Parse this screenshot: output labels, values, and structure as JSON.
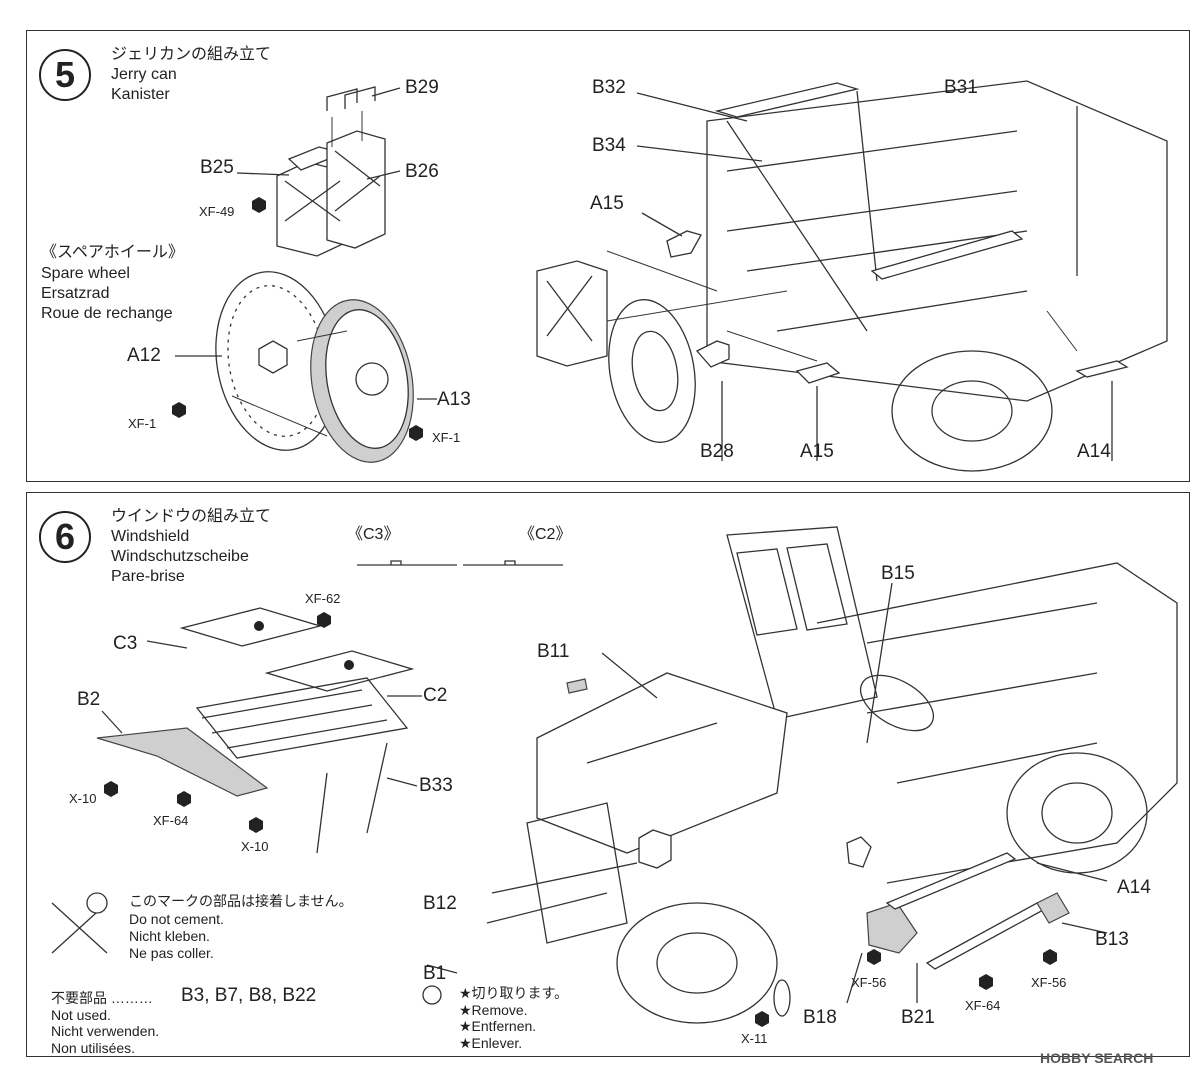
{
  "step5": {
    "number": "5",
    "title_ja": "ジェリカンの組み立て",
    "title_en": "Jerry can",
    "title_de": "Kanister",
    "spare_ja": "《スペアホイール》",
    "spare_en": "Spare wheel",
    "spare_de": "Ersatzrad",
    "spare_fr": "Roue de rechange",
    "parts": {
      "b29": "B29",
      "b25": "B25",
      "b26": "B26",
      "a12": "A12",
      "a13": "A13",
      "b32": "B32",
      "b34": "B34",
      "a15a": "A15",
      "b31": "B31",
      "b28": "B28",
      "a15b": "A15",
      "a14": "A14"
    },
    "paints": {
      "xf49": "XF-49",
      "xf1a": "XF-1",
      "xf1b": "XF-1"
    }
  },
  "step6": {
    "number": "6",
    "title_ja": "ウインドウの組み立て",
    "title_en": "Windshield",
    "title_de": "Windschutzscheibe",
    "title_fr": "Pare-brise",
    "c3_tag": "《C3》",
    "c2_tag": "《C2》",
    "parts": {
      "c3": "C3",
      "c2": "C2",
      "b2": "B2",
      "b33": "B33",
      "b11": "B11",
      "b15": "B15",
      "b12": "B12",
      "a14": "A14",
      "b13": "B13",
      "b1": "B1",
      "b18": "B18",
      "b21": "B21"
    },
    "paints": {
      "xf62": "XF-62",
      "x10a": "X-10",
      "xf64a": "XF-64",
      "x10b": "X-10",
      "xf56a": "XF-56",
      "xf64b": "XF-64",
      "xf56b": "XF-56",
      "x11": "X-11"
    },
    "nocement": {
      "ja": "このマークの部品は接着しません。",
      "en": "Do not cement.",
      "de": "Nicht kleben.",
      "fr": "Ne pas coller."
    },
    "unused": {
      "ja": "不要部品 ………",
      "parts": "B3, B7, B8, B22",
      "en": "Not used.",
      "de": "Nicht verwenden.",
      "fr": "Non utilisées."
    },
    "remove": {
      "ja": "★切り取ります。",
      "en": "★Remove.",
      "de": "★Entfernen.",
      "fr": "★Enlever."
    }
  },
  "watermark": "HOBBY SEARCH"
}
